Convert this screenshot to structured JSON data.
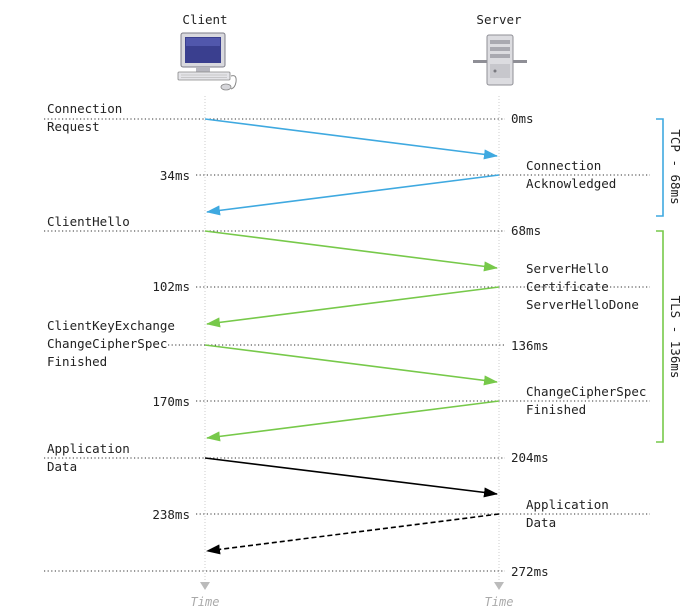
{
  "participants": {
    "client": "Client",
    "server": "Server",
    "client_icon": "desktop-computer-icon",
    "server_icon": "server-tower-icon"
  },
  "time_axis_label": "Time",
  "timeline": [
    {
      "id": "t0",
      "label": "0ms",
      "side": "right"
    },
    {
      "id": "t34",
      "label": "34ms",
      "side": "left"
    },
    {
      "id": "t68",
      "label": "68ms",
      "side": "right"
    },
    {
      "id": "t102",
      "label": "102ms",
      "side": "left"
    },
    {
      "id": "t136",
      "label": "136ms",
      "side": "right"
    },
    {
      "id": "t170",
      "label": "170ms",
      "side": "left"
    },
    {
      "id": "t204",
      "label": "204ms",
      "side": "right"
    },
    {
      "id": "t238",
      "label": "238ms",
      "side": "left"
    },
    {
      "id": "t272",
      "label": "272ms",
      "side": "right"
    }
  ],
  "messages": [
    {
      "id": "m1",
      "lines": [
        "Connection",
        "Request"
      ],
      "side": "client",
      "color": "#3fa9e0"
    },
    {
      "id": "m2",
      "lines": [
        "Connection",
        "Acknowledged"
      ],
      "side": "server",
      "color": "#3fa9e0"
    },
    {
      "id": "m3",
      "lines": [
        "ClientHello"
      ],
      "side": "client",
      "color": "#77c94a"
    },
    {
      "id": "m4",
      "lines": [
        "ServerHello",
        "Certificate",
        "ServerHelloDone"
      ],
      "side": "server",
      "color": "#77c94a"
    },
    {
      "id": "m5",
      "lines": [
        "ClientKeyExchange",
        "ChangeCipherSpec",
        "Finished"
      ],
      "side": "client",
      "color": "#77c94a"
    },
    {
      "id": "m6",
      "lines": [
        "ChangeCipherSpec",
        "Finished"
      ],
      "side": "server",
      "color": "#77c94a"
    },
    {
      "id": "m7",
      "lines": [
        "Application",
        "Data"
      ],
      "side": "client",
      "color": "#000000"
    },
    {
      "id": "m8",
      "lines": [
        "Application",
        "Data"
      ],
      "side": "server",
      "color": "#000000",
      "dashed": true
    }
  ],
  "phases": [
    {
      "id": "tcp",
      "label": "TCP - 68ms",
      "color": "#3fa9e0"
    },
    {
      "id": "tls",
      "label": "TLS - 136ms",
      "color": "#77c94a"
    }
  ]
}
